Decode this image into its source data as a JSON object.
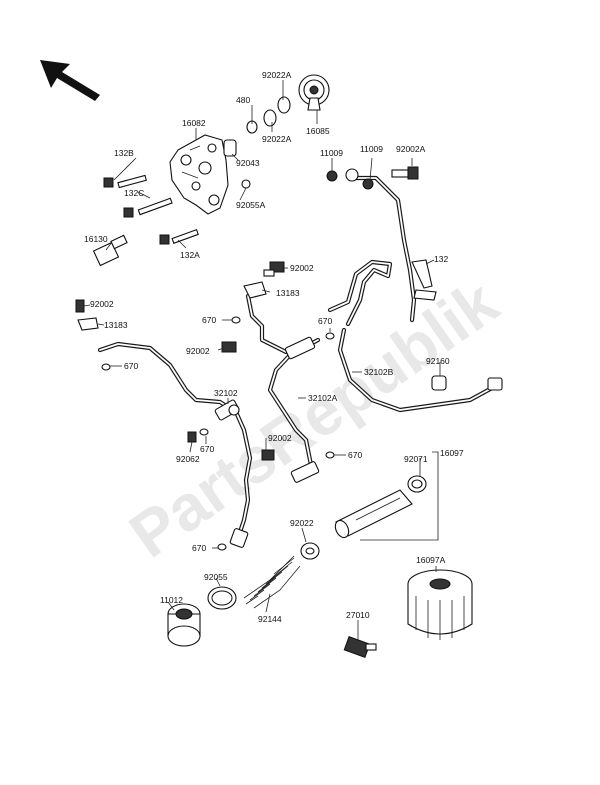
{
  "watermark": "PartsRepublik",
  "labels": {
    "l480": "480",
    "l92022a_top": "92022A",
    "l92022a_bot": "92022A",
    "l16085": "16085",
    "l16082": "16082",
    "l132b": "132B",
    "l92043": "92043",
    "l132c": "132C",
    "l92055a": "92055A",
    "l16130": "16130",
    "l132a": "132A",
    "l11009a": "11009",
    "l11009b": "11009",
    "l92002a": "92002A",
    "l132": "132",
    "l92002_mid": "92002",
    "l13183_mid": "13183",
    "l670_a": "670",
    "l670_b": "670",
    "l92002_c": "92002",
    "l92002_left": "92002",
    "l13183_left": "13183",
    "l670_left": "670",
    "l92160": "92160",
    "l32102b": "32102B",
    "l32102": "32102",
    "l32102a": "32102A",
    "l92062": "92062",
    "l670_d": "670",
    "l92002_d": "92002",
    "l670_e": "670",
    "l16097": "16097",
    "l92071": "92071",
    "l92022": "92022",
    "l670_f": "670",
    "l92055": "92055",
    "l92144": "92144",
    "l11012": "11012",
    "l27010": "27010",
    "l16097a": "16097A"
  }
}
